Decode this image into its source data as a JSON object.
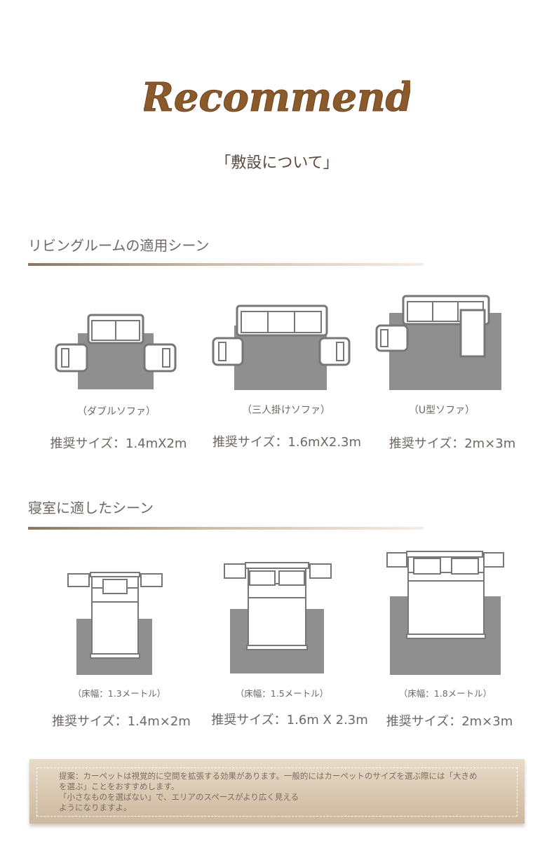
{
  "header": {
    "logo_text": "Recommend",
    "subtitle": "「敷設について」"
  },
  "living": {
    "title": "リビングルームの適用シーン",
    "items": [
      {
        "icon": "double-sofa-layout-icon",
        "caption": "（ダブルソファ）",
        "size": "推奨サイズ：1.4mX2m"
      },
      {
        "icon": "three-seat-sofa-layout-icon",
        "caption": "（三人掛けソファ）",
        "size": "推奨サイズ：1.6mX2.3m"
      },
      {
        "icon": "u-sofa-layout-icon",
        "caption": "（U型ソファ）",
        "size": "推奨サイズ：2m×3m"
      }
    ]
  },
  "bedroom": {
    "title": "寝室に適したシーン",
    "items": [
      {
        "icon": "bed-1-3-layout-icon",
        "caption": "（床幅：1.3メートル）",
        "size": "推奨サイズ：1.4m×2m"
      },
      {
        "icon": "bed-1-5-layout-icon",
        "caption": "（床幅：1.5メートル）",
        "size": "推奨サイズ：1.6m X 2.3m"
      },
      {
        "icon": "bed-1-8-layout-icon",
        "caption": "（床幅：1.8メートル）",
        "size": "推奨サイズ：2m×3m"
      }
    ]
  },
  "tip": {
    "lines": [
      "提案：カーペットは視覚的に空間を拡張する効果があります。一般的にはカーペットのサイズを選ぶ際には「大きめ",
      "を選ぶ」ことをおすすめします。",
      "「小さなものを選ばない」で、エリアのスペースがより広く見える",
      "ようになりますよ。"
    ]
  },
  "colors": {
    "rug": "#8f8f8f",
    "outline": "#777777",
    "brand": "#8b5a2b",
    "text": "#6e6764"
  }
}
